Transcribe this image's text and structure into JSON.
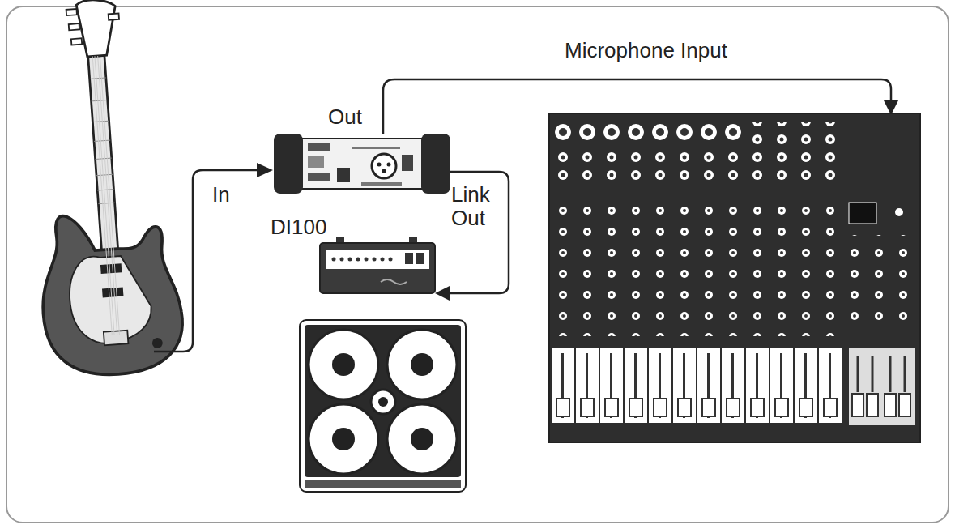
{
  "diagram": {
    "nodes": [
      {
        "text": [
          "DI100"
        ]
      }
    ],
    "labels": [
      "Microphone Input",
      "Out",
      "In",
      "Link Out"
    ]
  }
}
